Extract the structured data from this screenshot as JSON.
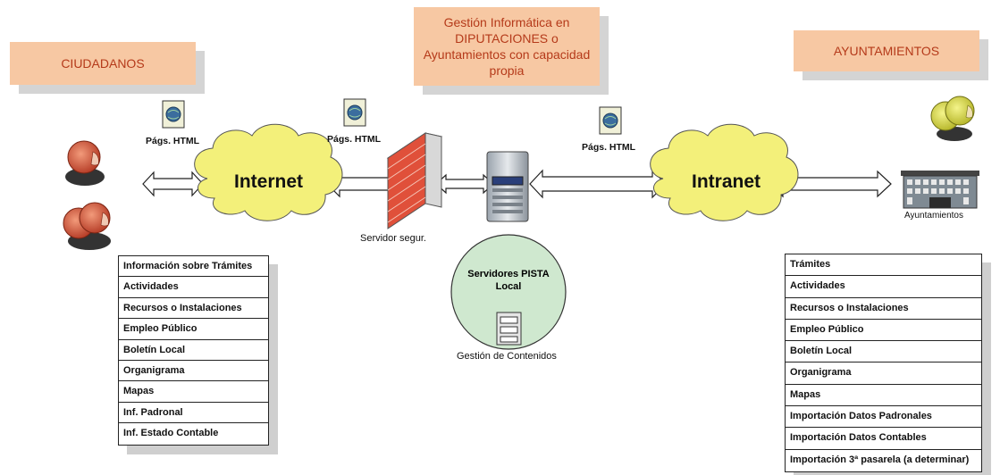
{
  "labels": {
    "ciudadanos": "CIUDADANOS",
    "gestion": "Gestión Informática en DIPUTACIONES o Ayuntamientos con capacidad propia",
    "ayuntamientos_header": "AYUNTAMIENTOS",
    "pags_html_1": "Págs. HTML",
    "pags_html_2": "Págs. HTML",
    "pags_html_3": "Págs. HTML",
    "internet": "Internet",
    "intranet": "Intranet",
    "servidor_seguro": "Servidor segur.",
    "servidores_pista": "Servidores PISTA Local",
    "gestion_contenidos": "Gestión de Contenidos",
    "ayuntamientos_building": "Ayuntamientos"
  },
  "left_list": [
    "Información sobre Trámites",
    "Actividades",
    "Recursos o Instalaciones",
    "Empleo Público",
    "Boletín Local",
    "Organigrama",
    "Mapas",
    "Inf. Padronal",
    "Inf. Estado Contable"
  ],
  "right_list": [
    "Trámites",
    "Actividades",
    "Recursos o Instalaciones",
    "Empleo Público",
    "Boletín Local",
    "Organigrama",
    "Mapas",
    "Importación  Datos Padronales",
    "Importación Datos Contables",
    "Importación 3ª pasarela (a determinar)"
  ],
  "colors": {
    "header_fill": "#f7c8a3",
    "header_text": "#b53a1a",
    "cloud": "#f3f07a",
    "server_circle": "#cfe8cf",
    "firewall": "#e0503a"
  }
}
